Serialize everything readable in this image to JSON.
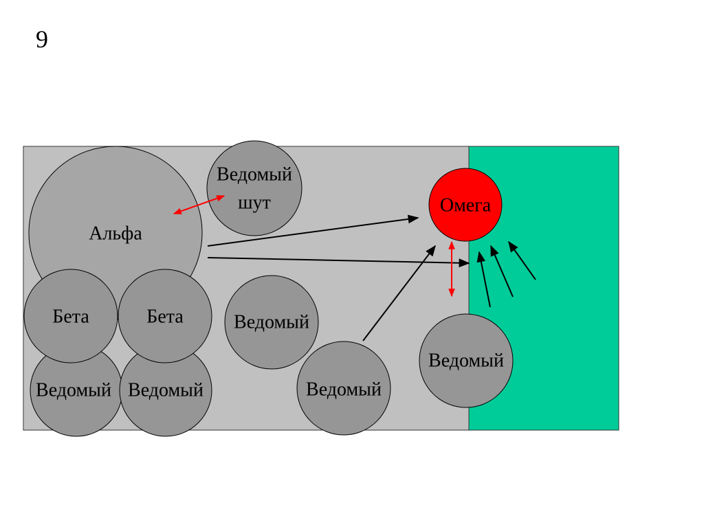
{
  "slide_number": "9",
  "labels": {
    "alpha": "Альфа",
    "jester": [
      "Ведомый",
      "шут"
    ],
    "beta": "Бета",
    "follower": "Ведомый",
    "omega": "Омега"
  },
  "colors": {
    "group_area": "#c0c0c0",
    "outside_area": "#00cc99",
    "alpha": "#a6a6a6",
    "member": "#969696",
    "omega": "#ff0000",
    "conflict_arrow": "#ff0000",
    "arrow": "#000000"
  }
}
